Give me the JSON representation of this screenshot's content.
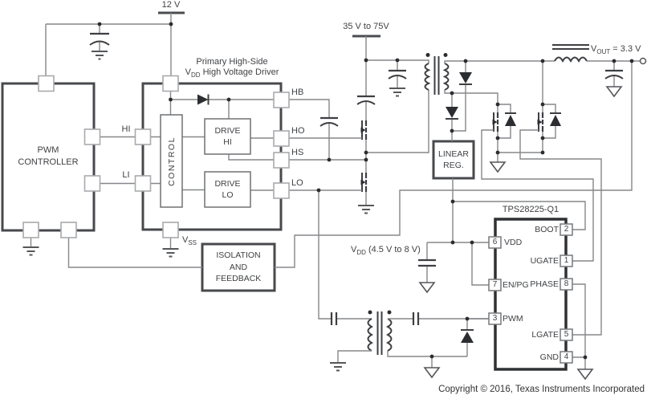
{
  "schematic": {
    "supplies": {
      "bias_12v": "12 V",
      "input_range": "35 V to 75V",
      "vdd_bias": {
        "pre": "V",
        "sub": "DD",
        "post": " (4.5 V to 8 V)"
      },
      "vout": {
        "pre": "V",
        "sub": "OUT",
        "post": " = 3.3 V"
      }
    },
    "pwm_controller": {
      "line1": "PWM",
      "line2": "CONTROLLER"
    },
    "driver": {
      "title_line1": "Primary High-Side",
      "title_line2": {
        "pre": "V",
        "sub": "DD",
        "post": " High Voltage Driver"
      },
      "control_label": "CONTROL",
      "drive_hi": {
        "line1": "DRIVE",
        "line2": "HI"
      },
      "drive_lo": {
        "line1": "DRIVE",
        "line2": "LO"
      },
      "pin_hi": "HI",
      "pin_li": "LI",
      "pin_hb": "HB",
      "pin_ho": "HO",
      "pin_hs": "HS",
      "pin_lo": "LO",
      "pin_vss": {
        "pre": "V",
        "sub": "SS"
      }
    },
    "isolation_block": {
      "line1": "ISOLATION",
      "line2": "AND",
      "line3": "FEEDBACK"
    },
    "linear_reg": {
      "line1": "LINEAR",
      "line2": "REG."
    },
    "tps": {
      "title": "TPS28225-Q1",
      "pins_left": [
        {
          "num": "6",
          "label": "VDD"
        },
        {
          "num": "7",
          "label": "EN/PG"
        },
        {
          "num": "3",
          "label": "PWM"
        }
      ],
      "pins_right": [
        {
          "num": "2",
          "label": "BOOT"
        },
        {
          "num": "1",
          "label": "UGATE"
        },
        {
          "num": "8",
          "label": "PHASE"
        },
        {
          "num": "5",
          "label": "LGATE"
        },
        {
          "num": "4",
          "label": "GND"
        }
      ]
    },
    "footer": {
      "copyright": "Copyright © 2016, Texas Instruments Incorporated"
    },
    "colors": {
      "wire": "#85878a",
      "component": "#3d3f42",
      "block_border": "#47494c",
      "text": "#3f4144",
      "junction_dot": "#2b2d30"
    }
  }
}
